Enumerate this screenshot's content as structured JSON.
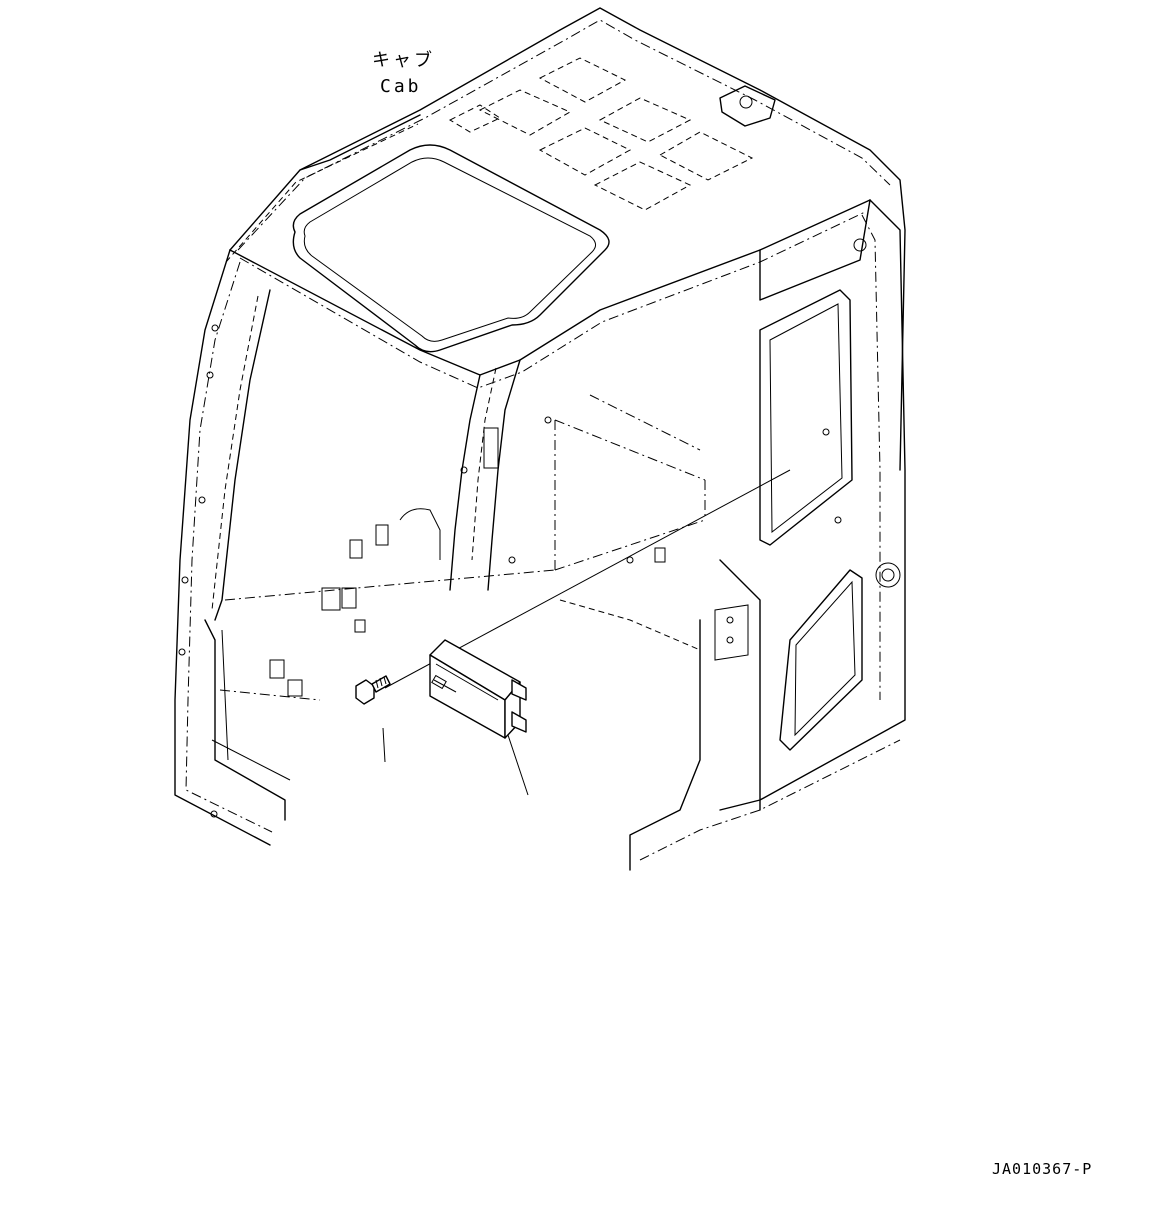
{
  "labels": {
    "cab_jp": "キャブ",
    "cab_en": "Cab",
    "drawing_code": "JA010367-P"
  },
  "icons": [
    "cab-frame-icon",
    "controller-box-icon",
    "bolt-icon",
    "leader-line-icon"
  ]
}
